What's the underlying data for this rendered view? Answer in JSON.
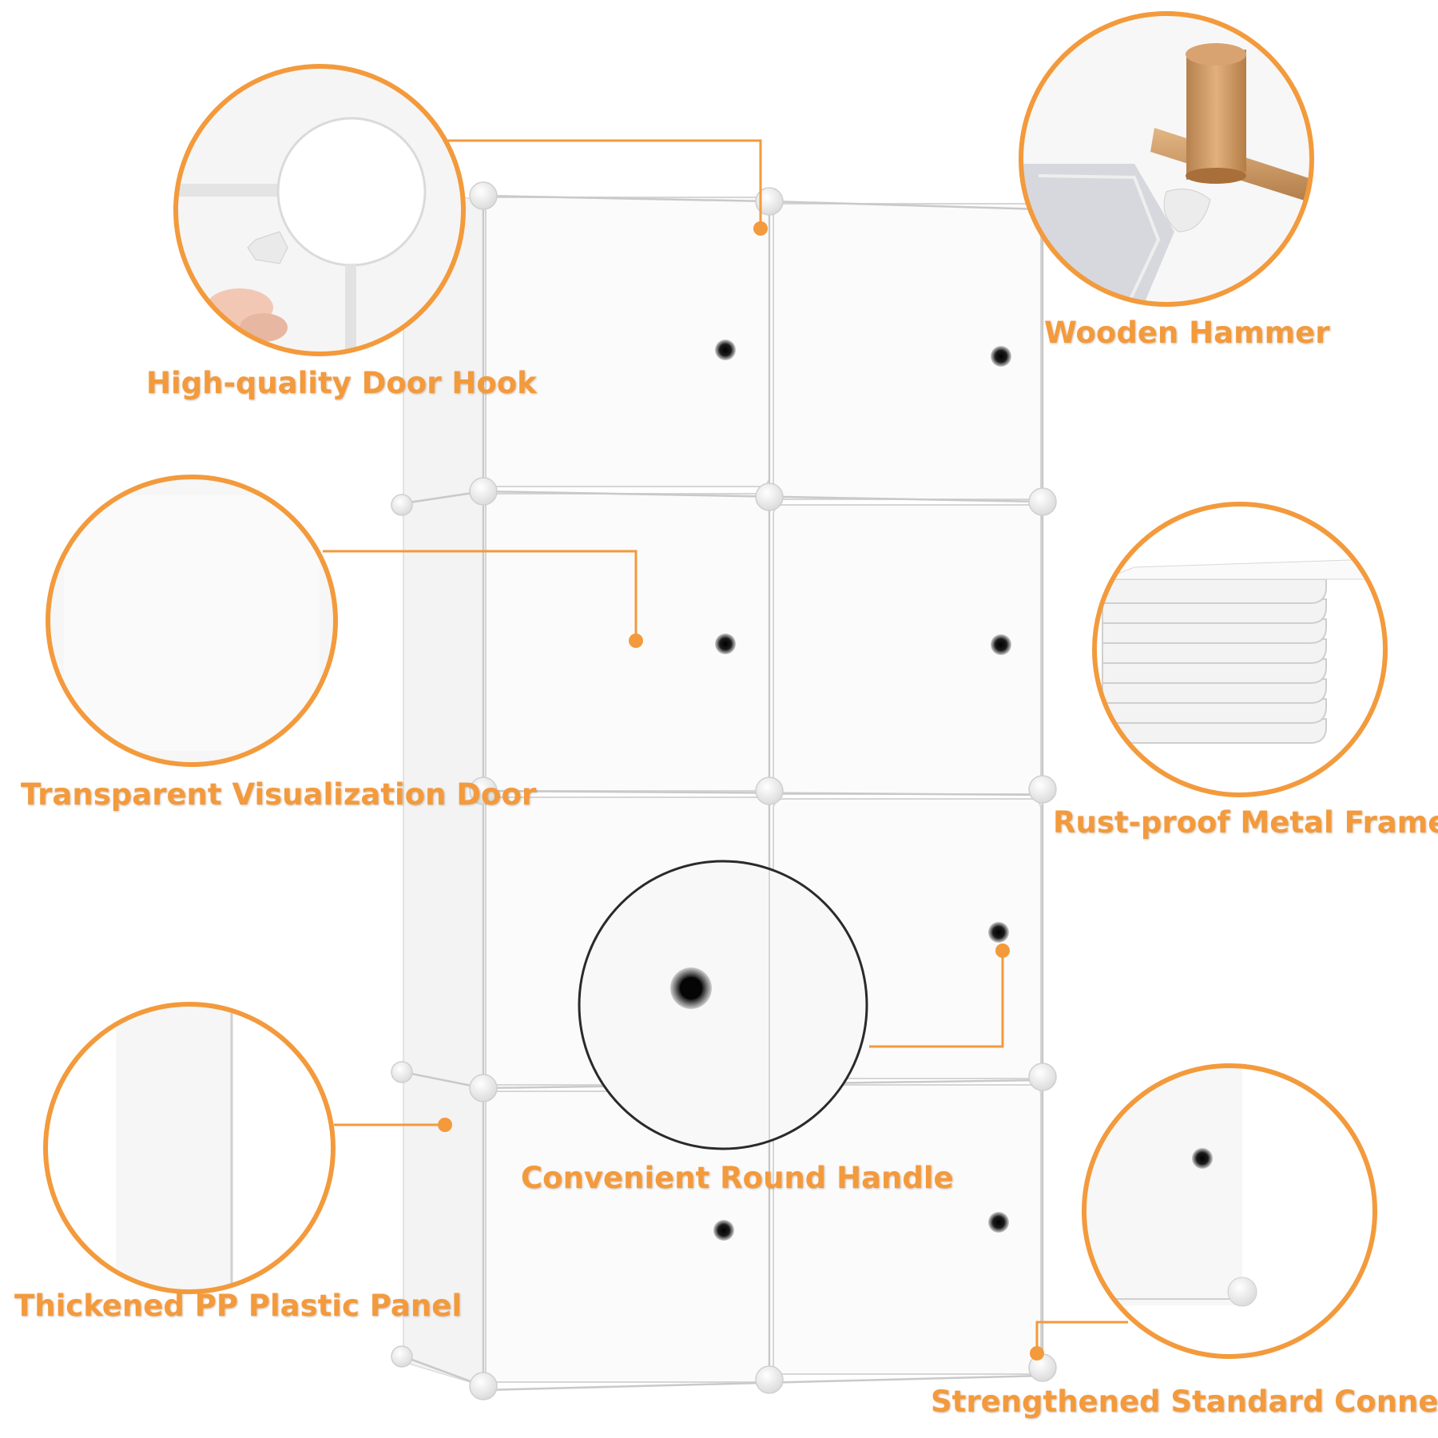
{
  "theme": {
    "accent": "#f39a3c",
    "panel_fill": "#f8f8f8",
    "frame_line": "#d0d0d0",
    "handle_color": "#2a2a2a"
  },
  "product": {
    "name": "Cube storage wardrobe",
    "cube_count": 8,
    "doors": 8
  },
  "features": [
    {
      "label": "High-quality Door Hook",
      "icon": "door-hook-detail"
    },
    {
      "label": "Wooden Hammer",
      "icon": "wooden-hammer-detail"
    },
    {
      "label": "Transparent Visualization Door",
      "icon": "translucent-door-detail"
    },
    {
      "label": "Rust-proof Metal Frame",
      "icon": "stacked-panels-detail"
    },
    {
      "label": "Convenient Round Handle",
      "icon": "round-handle-detail"
    },
    {
      "label": "Thickened PP Plastic Panel",
      "icon": "panel-edge-detail"
    },
    {
      "label": "Strengthened Standard Connector",
      "icon": "connector-detail"
    }
  ]
}
